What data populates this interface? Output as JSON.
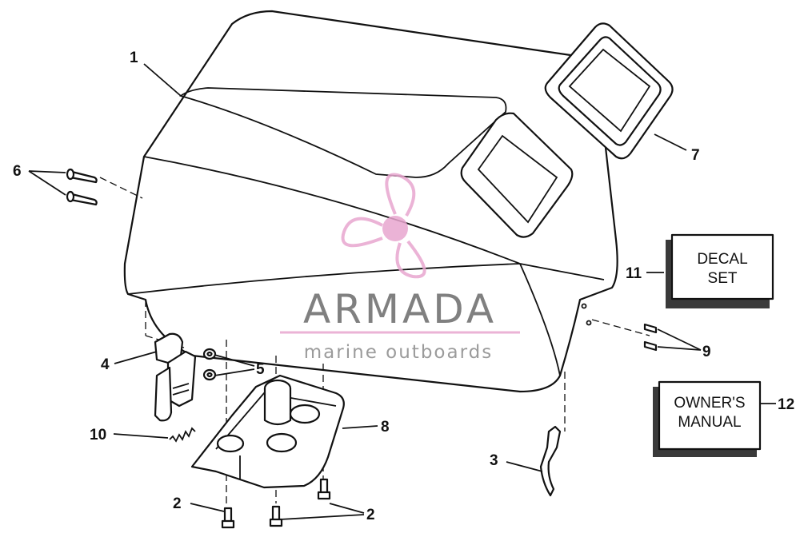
{
  "callouts": {
    "c1": "1",
    "c2a": "2",
    "c2b": "2",
    "c3": "3",
    "c4": "4",
    "c5": "5",
    "c6": "6",
    "c7": "7",
    "c8": "8",
    "c9": "9",
    "c10": "10",
    "c11": "11",
    "c12": "12"
  },
  "decal_box": {
    "line1": "DECAL",
    "line2": "SET"
  },
  "manual_box": {
    "line1": "OWNER'S",
    "line2": "MANUAL"
  },
  "watermark": {
    "brand": "ARMADA",
    "tagline": "marine outboards",
    "logo_color": "#e8a6cf",
    "text_color": "#6b6b6b"
  }
}
